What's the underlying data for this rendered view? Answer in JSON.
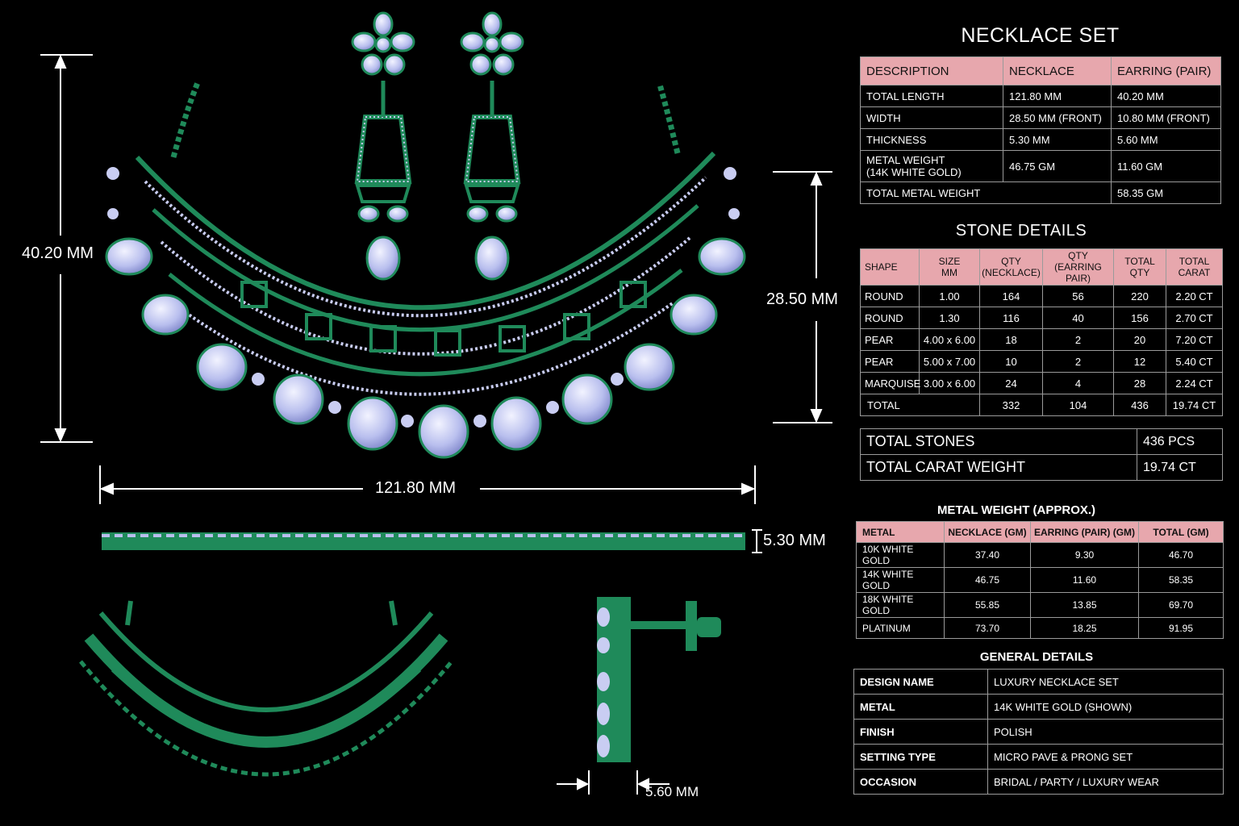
{
  "dimensions": {
    "height_necklace": "40.20 MM",
    "height_earring": "28.50 MM",
    "length": "121.80 MM",
    "thickness_necklace": "5.30 MM",
    "thickness_earring": "5.60 MM"
  },
  "necklace_set": {
    "title": "NECKLACE SET",
    "headers": [
      "DESCRIPTION",
      "NECKLACE",
      "EARRING (PAIR)"
    ],
    "rows": [
      [
        "TOTAL LENGTH",
        "121.80 MM",
        "40.20 MM"
      ],
      [
        "WIDTH",
        "28.50 MM (FRONT)",
        "10.80 MM (FRONT)"
      ],
      [
        "THICKNESS",
        "5.30 MM",
        "5.60 MM"
      ],
      [
        "METAL WEIGHT",
        "46.75 GM",
        "11.60 GM"
      ]
    ],
    "metal_weight_sub": "(14K WHITE GOLD)",
    "total_label": "TOTAL METAL WEIGHT",
    "total_value": "58.35 GM"
  },
  "stone_details": {
    "title": "STONE DETAILS",
    "headers": [
      "SHAPE",
      "SIZE",
      "MM",
      "QTY",
      "(NECKLACE)",
      "QTY",
      "(EARRING PAIR)",
      "TOTAL",
      "QTY",
      "TOTAL",
      "CARAT"
    ],
    "rows": [
      [
        "ROUND",
        "1.00",
        "164",
        "56",
        "220",
        "2.20 CT"
      ],
      [
        "ROUND",
        "1.30",
        "116",
        "40",
        "156",
        "2.70 CT"
      ],
      [
        "PEAR",
        "4.00 x 6.00",
        "18",
        "2",
        "20",
        "7.20 CT"
      ],
      [
        "PEAR",
        "5.00 x 7.00",
        "10",
        "2",
        "12",
        "5.40 CT"
      ],
      [
        "MARQUISE",
        "3.00 x 6.00",
        "24",
        "4",
        "28",
        "2.24 CT"
      ],
      [
        "TOTAL",
        "",
        "332",
        "104",
        "436",
        "19.74 CT"
      ]
    ]
  },
  "totals": {
    "stones_label": "TOTAL STONES",
    "stones_value": "436 PCS",
    "carat_label": "TOTAL CARAT WEIGHT",
    "carat_value": "19.74 CT"
  },
  "metal_weight": {
    "title": "METAL WEIGHT (APPROX.)",
    "headers": [
      "METAL",
      "NECKLACE (GM)",
      "EARRING (PAIR) (GM)",
      "TOTAL (GM)"
    ],
    "rows": [
      [
        "10K WHITE GOLD",
        "37.40",
        "9.30",
        "46.70"
      ],
      [
        "14K WHITE GOLD",
        "46.75",
        "11.60",
        "58.35"
      ],
      [
        "18K WHITE GOLD",
        "55.85",
        "13.85",
        "69.70"
      ],
      [
        "PLATINUM",
        "73.70",
        "18.25",
        "91.95"
      ]
    ]
  },
  "general_details": {
    "title": "GENERAL DETAILS",
    "rows": [
      [
        "DESIGN NAME",
        "LUXURY NECKLACE SET"
      ],
      [
        "METAL",
        "14K WHITE GOLD (SHOWN)"
      ],
      [
        "FINISH",
        "POLISH"
      ],
      [
        "SETTING TYPE",
        "MICRO PAVE & PRONG SET"
      ],
      [
        "OCCASION",
        "BRIDAL / PARTY / LUXURY WEAR"
      ]
    ]
  },
  "colors": {
    "metal_green": "#1f8a5a",
    "stone": "#c9cdf2",
    "header_pink": "#e7a7ad"
  }
}
